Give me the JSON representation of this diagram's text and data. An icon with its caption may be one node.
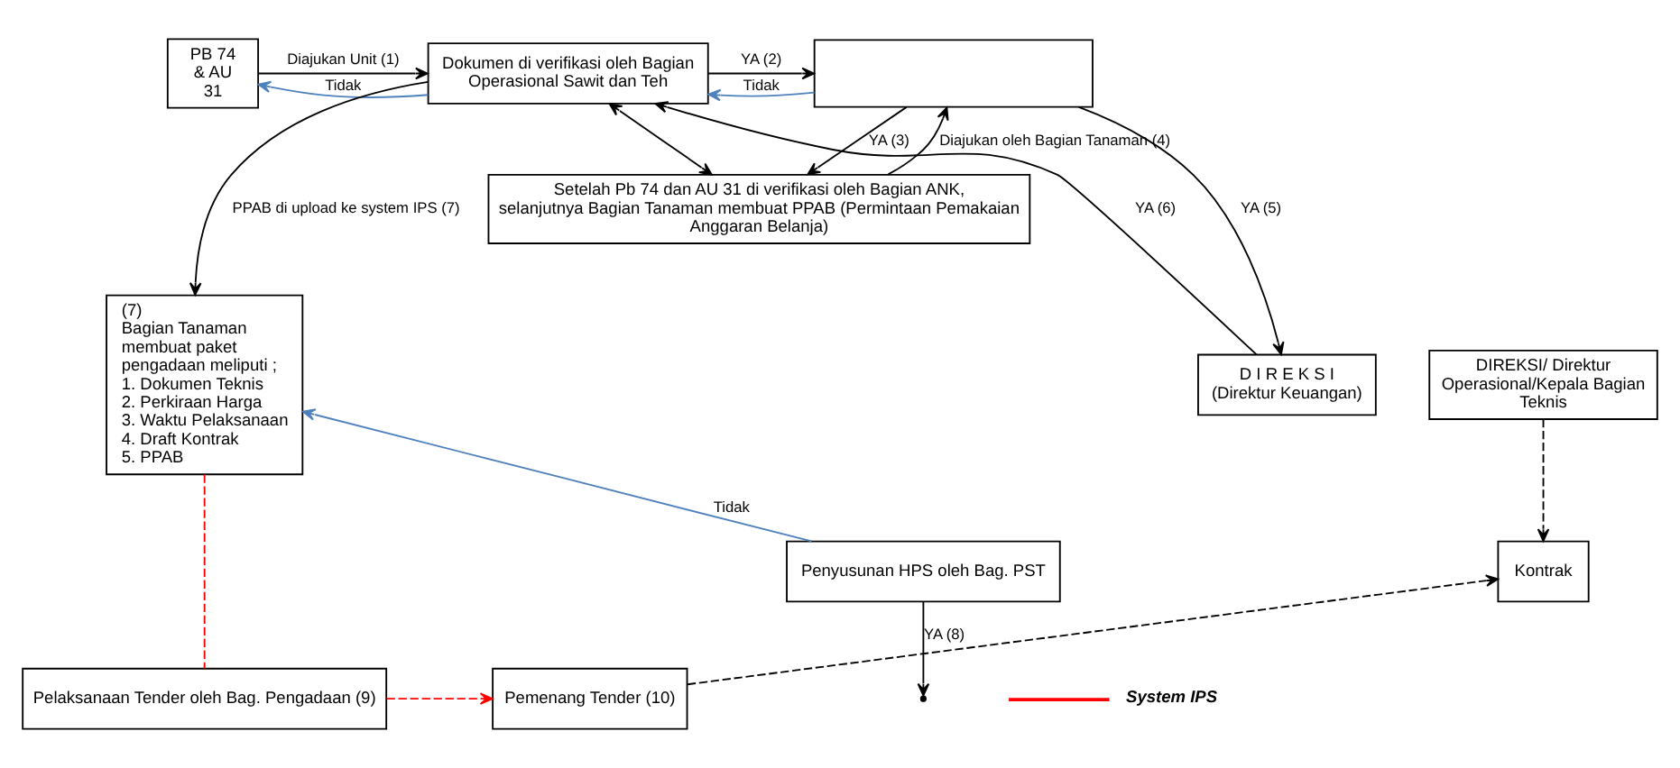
{
  "diagram": {
    "nodes": [
      {
        "text": [
          "PB 74 & AU 31"
        ]
      },
      {
        "text": [
          "Dokumen di verifikasi oleh Bagian Operasional Sawit dan Teh"
        ]
      },
      {
        "text": [],
        "shape": "box"
      },
      {
        "text": [
          "Setelah Pb 74 dan AU 31 di verifikasi oleh Bagian ANK, selanjutnya Bagian Tanaman membuat PPAB (Permintaan Pemakaian Anggaran Belanja)"
        ]
      },
      {
        "text": [
          "D I R E K S I",
          "(Direktur Keuangan)"
        ]
      },
      {
        "text": [
          "(7)",
          "Bagian Tanaman membuat paket pengadaan meliputi ;",
          "1. Dokumen Teknis",
          "2. Perkiraan Harga",
          "3. Waktu Pelaksanaan",
          "4. Draft Kontrak",
          "5. PPAB"
        ]
      },
      {
        "text": [
          "DIREKSI/ Direktur Operasional/Kepala Bagian Teknis"
        ]
      },
      {
        "text": [
          "Penyusunan HPS oleh Bag. PST"
        ]
      },
      {
        "text": [
          "Kontrak"
        ]
      },
      {
        "text": [
          "Pelaksanaan Tender oleh Bag. Pengadaan (9)"
        ]
      },
      {
        "text": [
          "Pemenang Tender (10)"
        ]
      }
    ],
    "edges": [
      {
        "from": 0,
        "to": 1,
        "arrow": "to",
        "label": "Diajukan Unit (1)"
      },
      {
        "from": 1,
        "to": 0,
        "arrow": "to",
        "label": "Tidak",
        "color": "#4f81bd"
      },
      {
        "from": 1,
        "to": 2,
        "arrow": "to",
        "label": "YA (2)"
      },
      {
        "from": 2,
        "to": 1,
        "arrow": "to",
        "label": "Tidak",
        "color": "#4f81bd"
      },
      {
        "from": 1,
        "to": 3,
        "arrow": "both"
      },
      {
        "from": 2,
        "to": 3,
        "arrow": "to",
        "label": "YA (3)"
      },
      {
        "from": 3,
        "to": 2,
        "arrow": "to",
        "label": "Diajukan oleh Bagian Tanaman (4)"
      },
      {
        "from": 2,
        "to": 4,
        "arrow": "to",
        "label": "YA (5)"
      },
      {
        "from": 4,
        "to": 1,
        "arrow": "to",
        "label": "YA (6)"
      },
      {
        "from": 1,
        "to": 5,
        "arrow": "to",
        "label": "PPAB di upload ke system IPS (7)"
      },
      {
        "from": 7,
        "to": 5,
        "arrow": "to",
        "label": "Tidak",
        "color": "#4f81bd"
      },
      {
        "from": 7,
        "to": null,
        "arrow": "to",
        "label": "YA (8)"
      },
      {
        "from": 5,
        "to": 9,
        "arrow": "none",
        "style": "dashed",
        "color": "#ff0000"
      },
      {
        "from": 9,
        "to": 10,
        "arrow": "to",
        "style": "dashed",
        "color": "#ff0000"
      },
      {
        "from": 6,
        "to": 8,
        "arrow": "to",
        "style": "dashed"
      },
      {
        "from": 10,
        "to": 8,
        "arrow": "to",
        "style": "dashed"
      }
    ],
    "legend": [
      {
        "text": "System IPS"
      }
    ]
  }
}
